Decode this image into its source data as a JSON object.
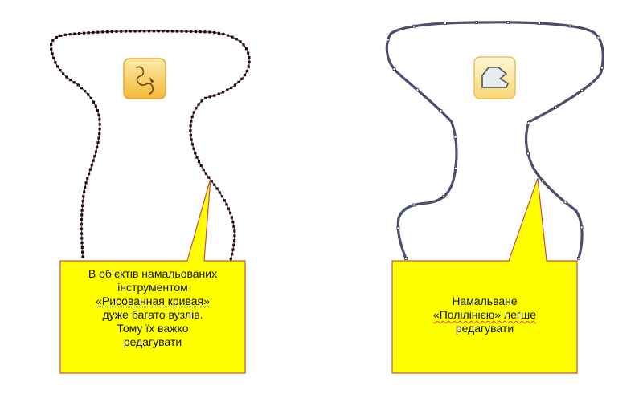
{
  "left_panel": {
    "tool_icon": "freehand-curve-icon",
    "callout": {
      "lines": [
        "В об’єктів намальованих",
        "інструментом",
        "«Рисованная кривая»",
        "дуже багато вузлів.",
        "Тому їх важко",
        "редагувати"
      ]
    }
  },
  "right_panel": {
    "tool_icon": "polyline-shape-icon",
    "callout": {
      "lines": [
        "Намальване",
        "«Полілінією» легше",
        "редагувати"
      ]
    }
  },
  "colors": {
    "callout_fill": "#ffff00",
    "callout_border": "#c0504d",
    "freehand_stroke": "#a03040",
    "polyline_stroke": "#4a4e70",
    "icon_fill": "#f7c64a",
    "icon_fill_light": "#fde9a8",
    "node": "#111111"
  }
}
